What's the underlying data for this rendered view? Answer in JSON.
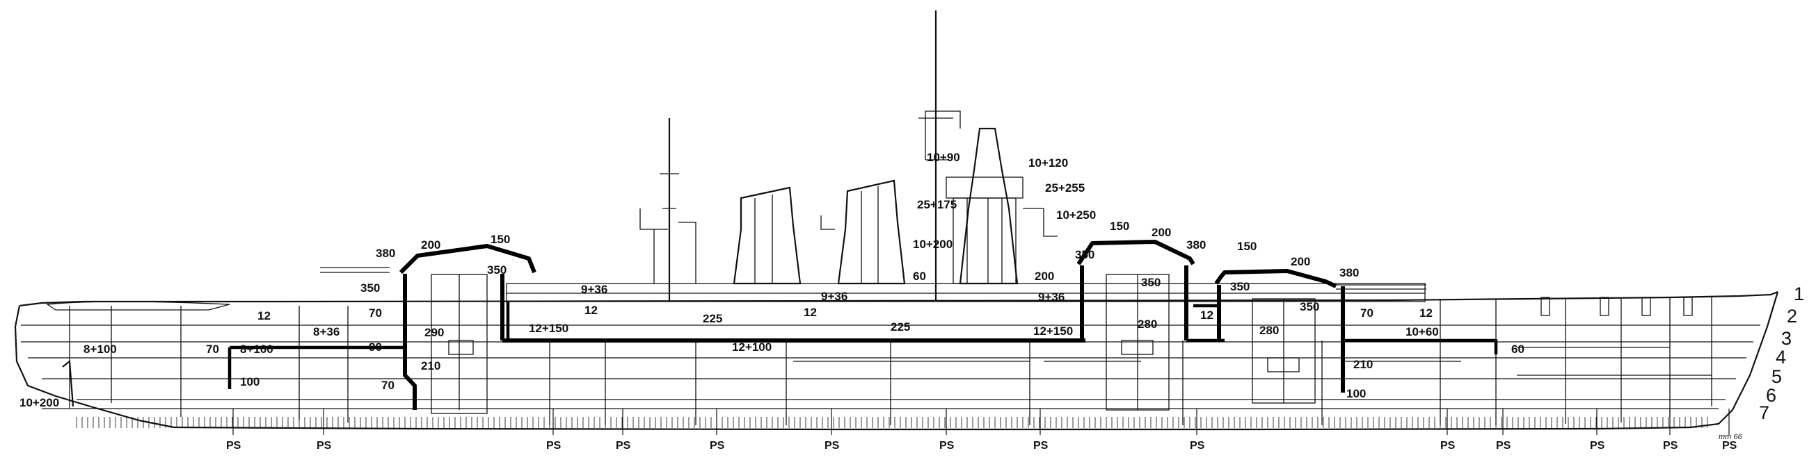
{
  "labels": {
    "a_10_200": "10+200",
    "a_8_100_fwd": "8+100",
    "a_70_fwd": "70",
    "a_8_100": "8+100",
    "a_100_fwd": "100",
    "a_12_fwd": "12",
    "a_8_36": "8+36",
    "a_380_t1": "380",
    "a_200_t1": "200",
    "a_150_t1": "150",
    "a_350_t1_face": "350",
    "a_350_t1_barb": "350",
    "a_70_barb1": "70",
    "a_90_barb1": "90",
    "a_290": "290",
    "a_210_t1": "210",
    "a_70_t1_low": "70",
    "a_9_36_fwd": "9+36",
    "a_12_mid1": "12",
    "a_12_150_fwd": "12+150",
    "a_225_fwd": "225",
    "a_12_100": "12+100",
    "a_9_36_mid": "9+36",
    "a_12_mid2": "12",
    "a_225_aft": "225",
    "a_10_90": "10+90",
    "a_10_120": "10+120",
    "a_25_255": "25+255",
    "a_25_175": "25+175",
    "a_10_250": "10+250",
    "a_10_200_tower": "10+200",
    "a_60_tower": "60",
    "a_200_tower": "200",
    "a_9_36_aft": "9+36",
    "a_12_150_aft": "12+150",
    "a_150_t3": "150",
    "a_200_t3": "200",
    "a_350_t3_face": "350",
    "a_380_t3": "380",
    "a_350_t3_barb": "350",
    "a_280_t3": "280",
    "a_12_t4": "12",
    "a_150_t4": "150",
    "a_200_t4": "200",
    "a_380_t4": "380",
    "a_350_t4_face": "350",
    "a_350_t4_barb": "350",
    "a_280_t4": "280",
    "a_70_aft": "70",
    "a_210_aft": "210",
    "a_100_aft": "100",
    "a_12_aft": "12",
    "a_10_60": "10+60",
    "a_60_aft": "60",
    "scale_note": "mm 66"
  },
  "frame_markers": [
    "PS",
    "PS",
    "PS",
    "PS",
    "PS",
    "PS",
    "PS",
    "PS",
    "PS",
    "PS",
    "PS",
    "PS",
    "PS",
    "PS"
  ],
  "deck_numbers": [
    "1",
    "2",
    "3",
    "4",
    "5",
    "6",
    "7"
  ]
}
